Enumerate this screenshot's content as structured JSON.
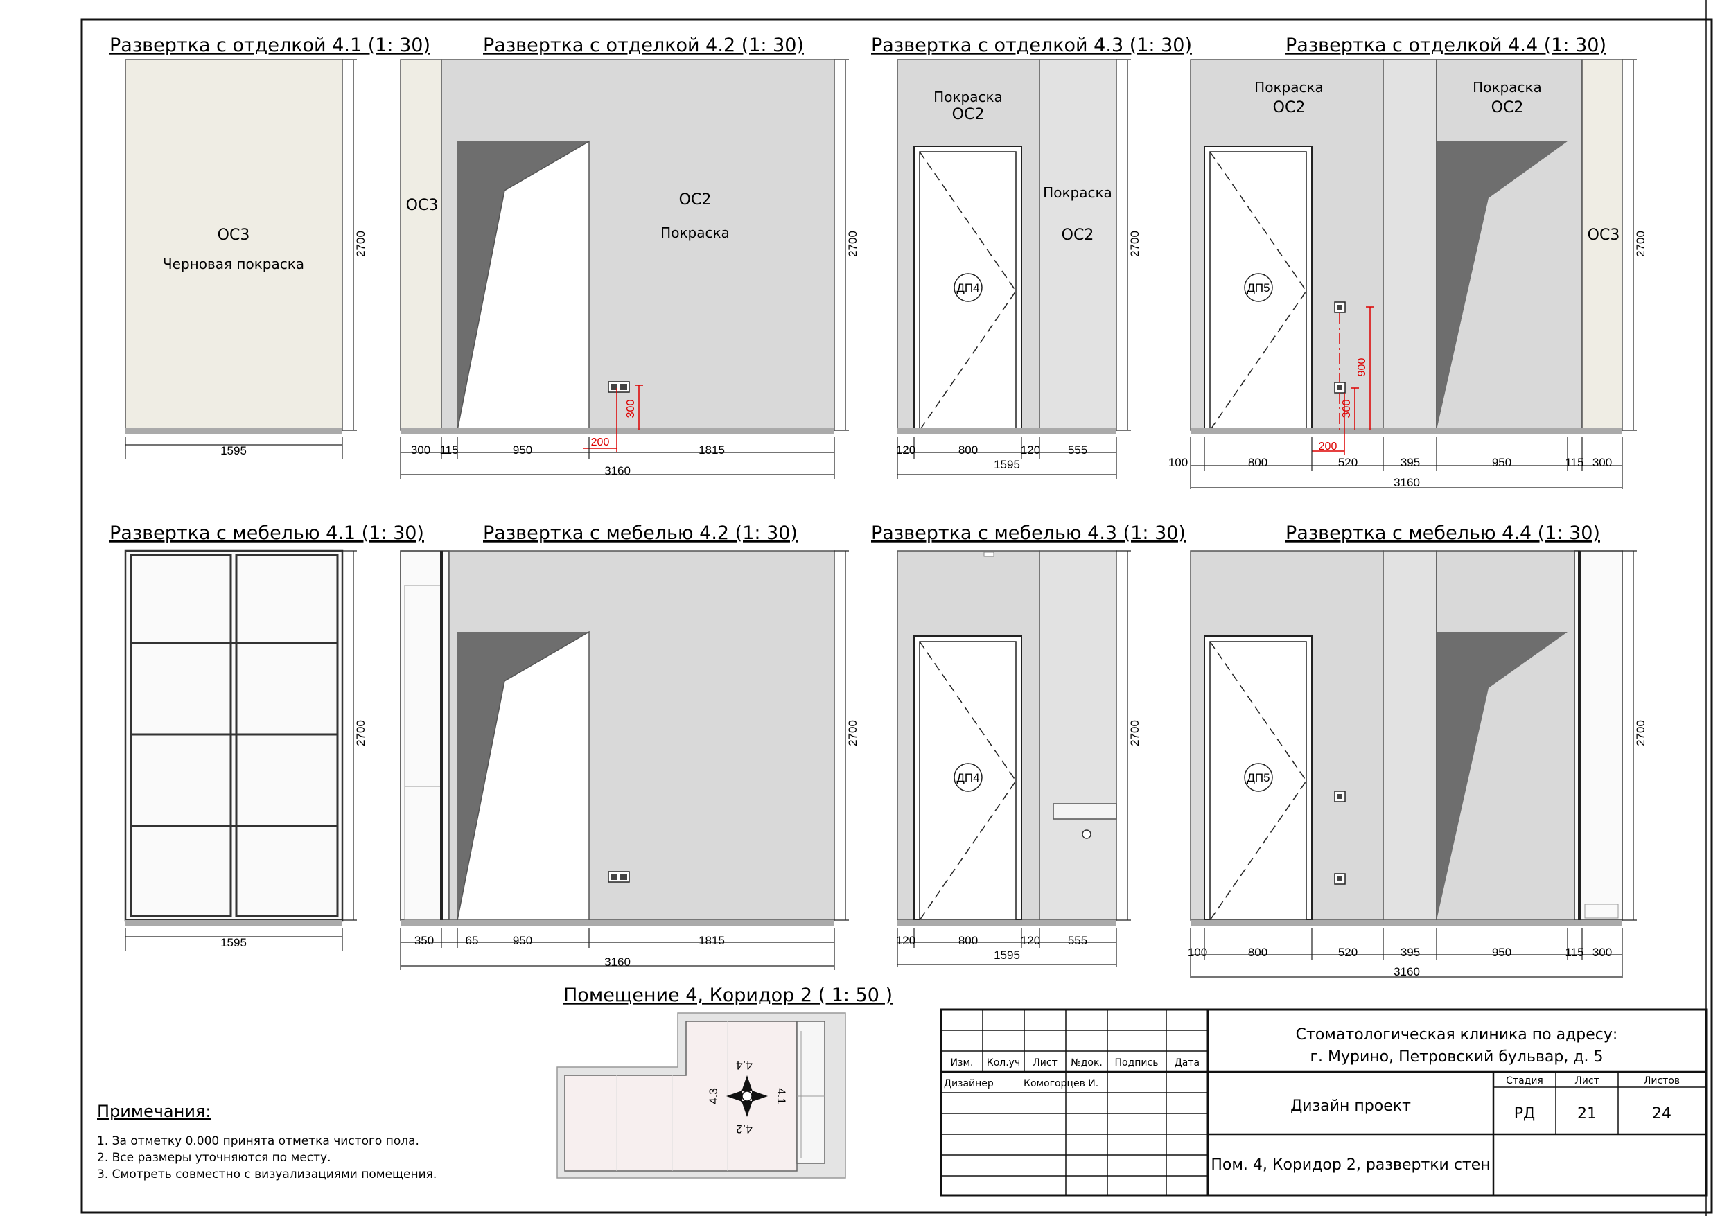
{
  "elevations_finish": {
    "e41": {
      "title": "Развертка с отделкой 4.1 (1: 30)",
      "code": "ОС3",
      "finish": "Черновая покраска",
      "height": "2700",
      "width": "1595"
    },
    "e42": {
      "title": "Развертка с отделкой 4.2 (1: 30)",
      "code_left": "ОС3",
      "code": "ОС2",
      "finish": "Покраска",
      "height": "2700",
      "segments": [
        "300",
        "115",
        "950",
        "1815"
      ],
      "total": "3160",
      "socket_h": "300",
      "socket_x": "200"
    },
    "e43": {
      "title": "Развертка с отделкой 4.3 (1: 30)",
      "finish_top": "Покраска",
      "code_top": "ОС2",
      "finish_right": "Покраска",
      "code_right": "ОС2",
      "door": "ДП4",
      "height": "2700",
      "segments": [
        "120",
        "800",
        "120",
        "555"
      ],
      "total": "1595"
    },
    "e44": {
      "title": "Развертка с отделкой 4.4 (1: 30)",
      "finish_a": "Покраска",
      "code_a": "ОС2",
      "finish_b": "Покраска",
      "code_b": "ОС2",
      "code_right": "ОС3",
      "door": "ДП5",
      "height": "2700",
      "segments": [
        "100",
        "800",
        "520",
        "395",
        "950",
        "115",
        "300"
      ],
      "total": "3160",
      "sw_h": "900",
      "socket_h": "300",
      "socket_x": "200"
    }
  },
  "elevations_furniture": {
    "m41": {
      "title": "Развертка с мебелью 4.1 (1: 30)",
      "height": "2700",
      "width": "1595"
    },
    "m42": {
      "title": "Развертка с мебелью 4.2 (1: 30)",
      "height": "2700",
      "segments": [
        "350",
        "65",
        "950",
        "1815"
      ],
      "total": "3160"
    },
    "m43": {
      "title": "Развертка с мебелью 4.3 (1: 30)",
      "door": "ДП4",
      "height": "2700",
      "segments": [
        "120",
        "800",
        "120",
        "555"
      ],
      "total": "1595"
    },
    "m44": {
      "title": "Развертка с мебелью 4.4 (1: 30)",
      "door": "ДП5",
      "height": "2700",
      "segments": [
        "100",
        "800",
        "520",
        "395",
        "950",
        "115",
        "300"
      ],
      "total": "3160"
    }
  },
  "plan": {
    "title": "Помещение 4, Коридор 2 ( 1: 50 )",
    "marks": {
      "top": "4.4",
      "left": "4.3",
      "right": "4.1",
      "bottom": "4.2"
    }
  },
  "notes": {
    "title": "Примечания:",
    "items": [
      "1.  За отметку 0.000 принята отметка чистого пола.",
      "2.  Все размеры уточняются по месту.",
      "3.  Смотреть совместно с визуализациями помещения."
    ]
  },
  "titleblock": {
    "headers": [
      "Изм.",
      "Кол.уч",
      "Лист",
      "№док.",
      "Подпись",
      "Дата"
    ],
    "role": "Дизайнер",
    "person": "Комогорцев И.",
    "project_line1": "Стоматологическая клиника по адресу:",
    "project_line2": "г. Мурино, Петровский бульвар, д. 5",
    "doc": "Дизайн проект",
    "sheet_title": "Пом. 4, Коридор 2, развертки стен",
    "stage_h": "Стадия",
    "sheet_h": "Лист",
    "sheets_h": "Листов",
    "stage": "РД",
    "sheet": "21",
    "sheets": "24"
  }
}
